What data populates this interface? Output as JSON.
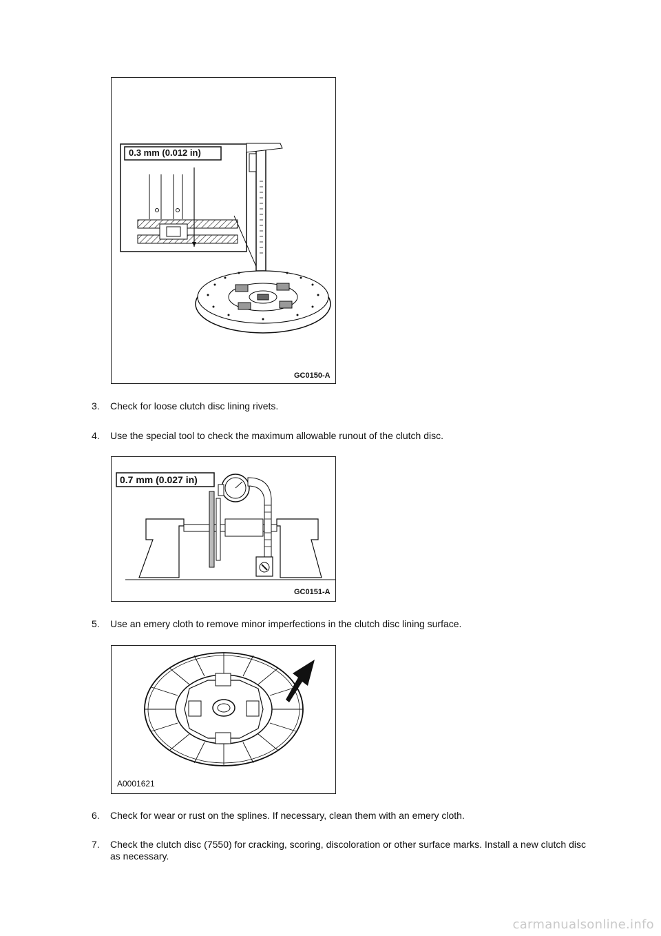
{
  "figures": [
    {
      "callout": "0.3 mm (0.012 in)",
      "code": "GC0150-A"
    },
    {
      "callout": "0.7 mm (0.027 in)",
      "code": "GC0151-A"
    },
    {
      "callout": "",
      "code": "A0001621"
    }
  ],
  "steps": [
    {
      "num": "3.",
      "text": "Check for loose clutch disc lining rivets."
    },
    {
      "num": "4.",
      "text": "Use the special tool to check the maximum allowable runout of the clutch disc."
    },
    {
      "num": "5.",
      "text": "Use an emery cloth to remove minor imperfections in the clutch disc lining surface."
    },
    {
      "num": "6.",
      "text": "Check for wear or rust on the splines. If necessary, clean them with an emery cloth."
    },
    {
      "num": "7.",
      "text": "Check the clutch disc (7550) for cracking, scoring, discoloration or other surface marks. Install a new clutch disc as necessary."
    }
  ],
  "watermark": "carmanualsonline.info"
}
